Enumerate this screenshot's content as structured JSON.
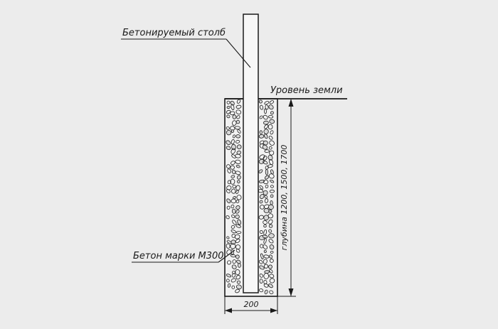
{
  "labels": {
    "post": "Бетонируемый столб",
    "ground": "Уровень земли",
    "concrete": "Бетон марки М300",
    "depth": "глубина 1200, 1500, 1700",
    "width": "200"
  },
  "colors": {
    "background": "#ececec",
    "ink": "#1a1a1a",
    "post_fill": "#f7f7f7",
    "pit_fill": "#f2f2f2"
  }
}
